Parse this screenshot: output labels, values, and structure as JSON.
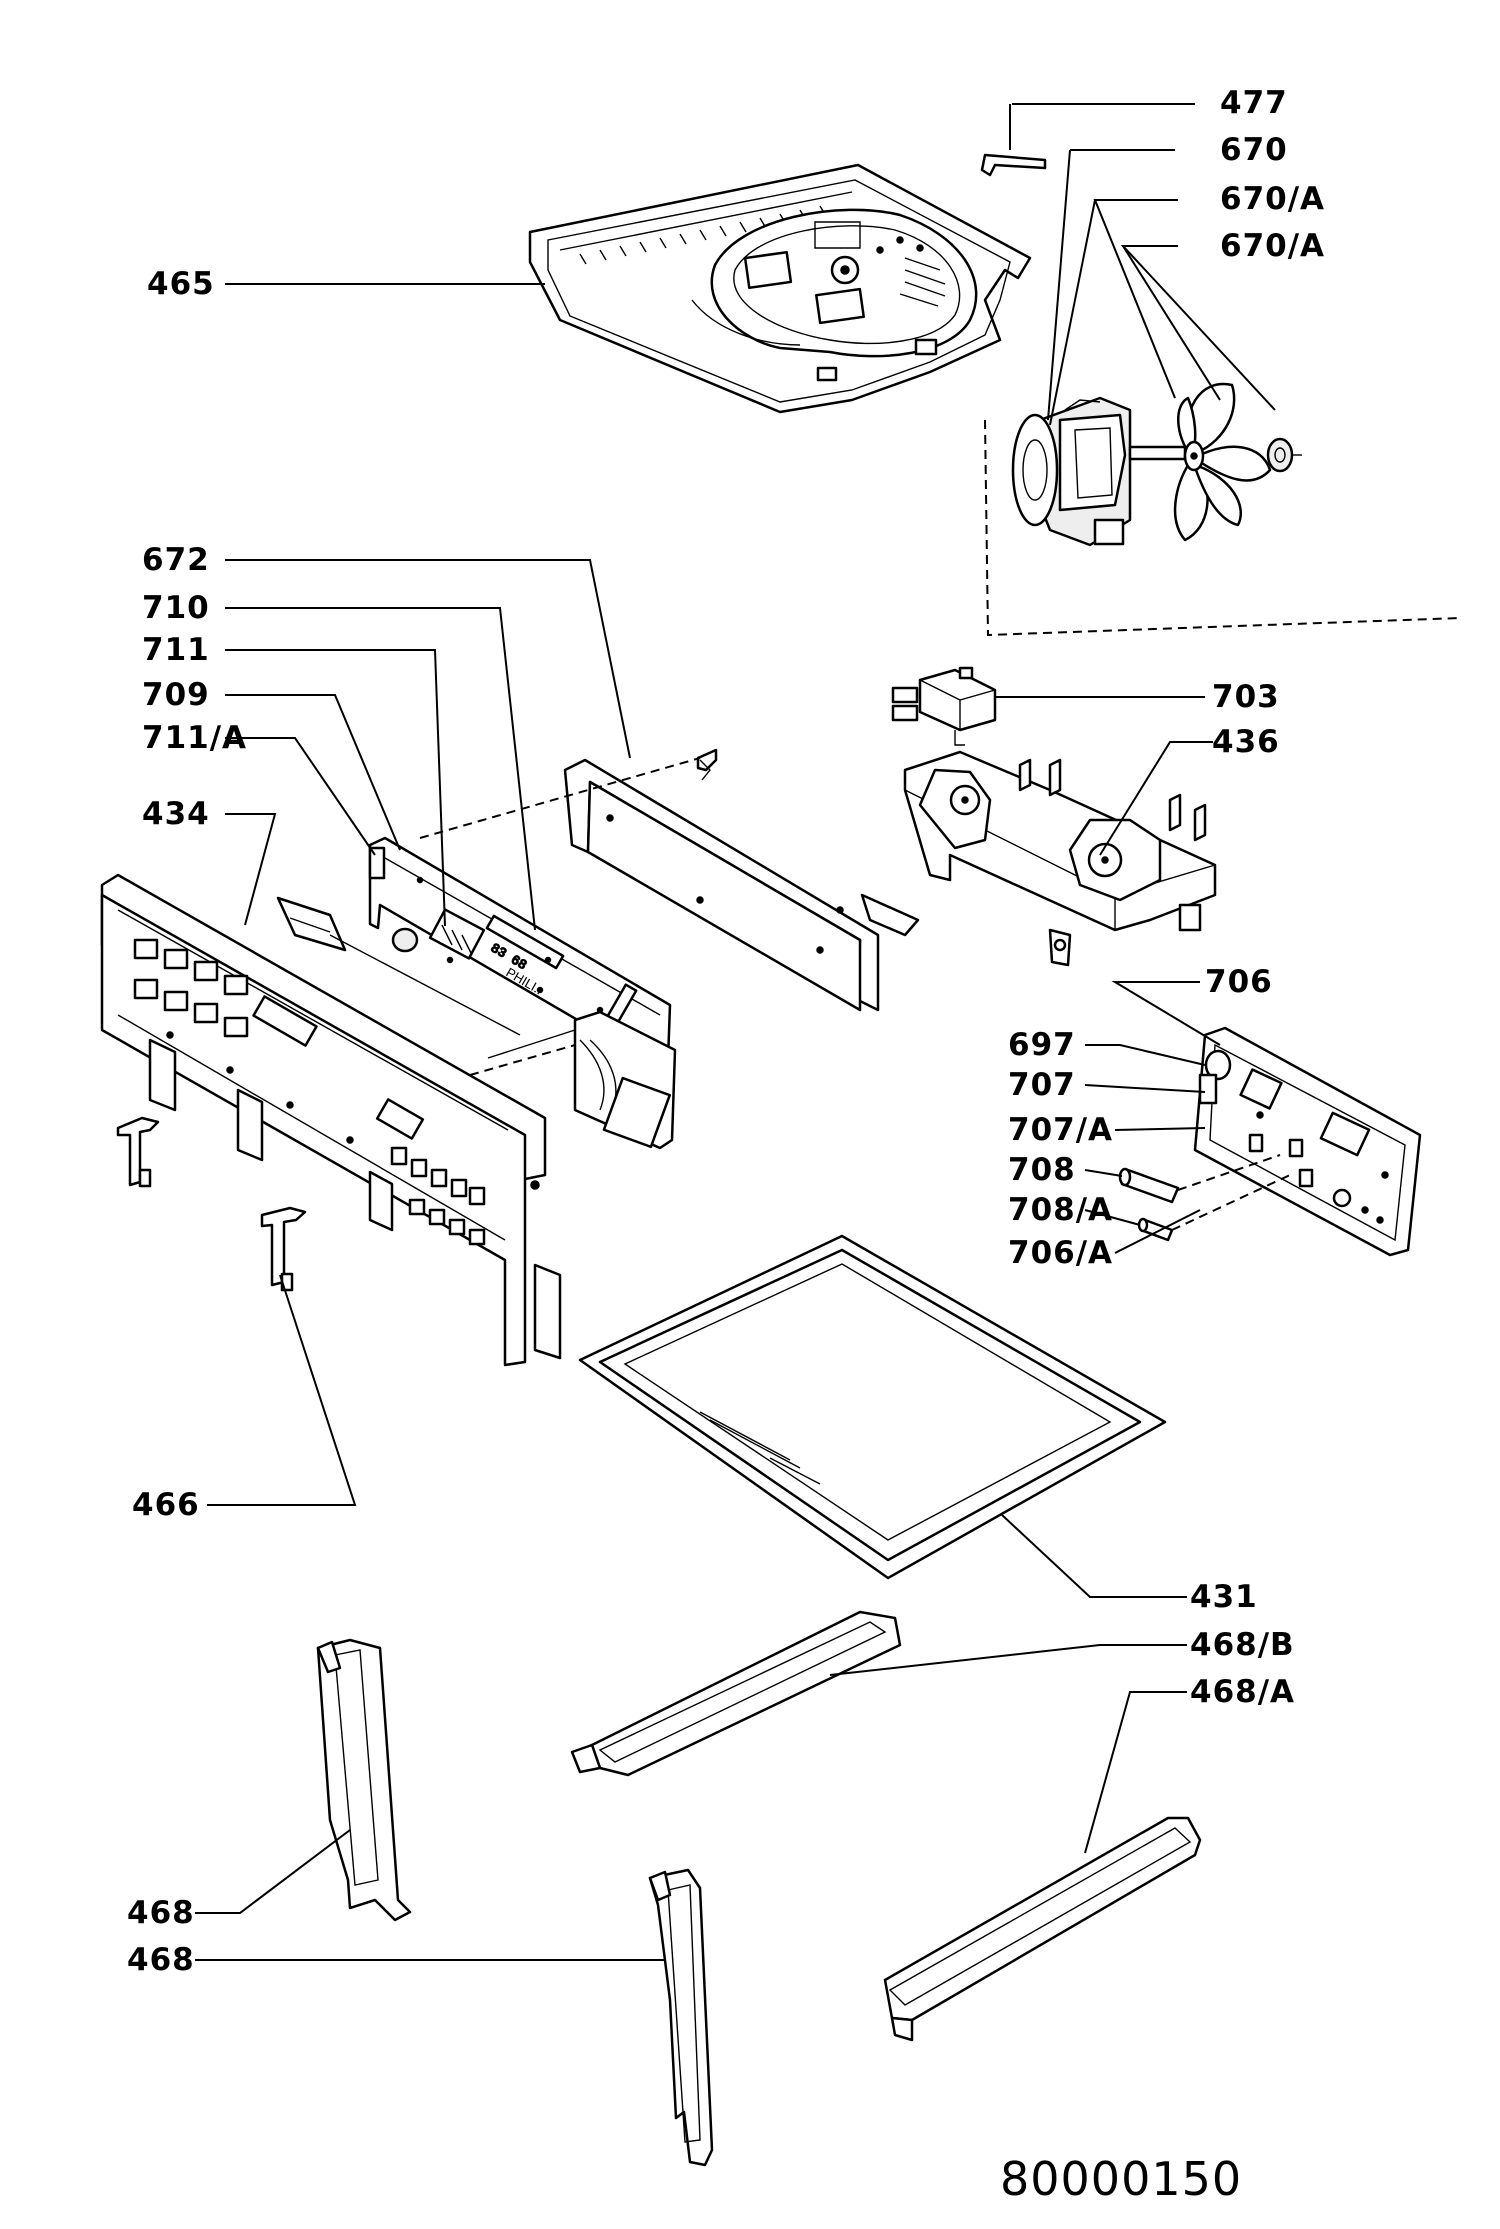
{
  "labels": {
    "l477": "477",
    "l670": "670",
    "l670a_1": "670/A",
    "l670a_2": "670/A",
    "l465": "465",
    "l672": "672",
    "l710": "710",
    "l711": "711",
    "l709": "709",
    "l711a": "711/A",
    "l434": "434",
    "l703": "703",
    "l436": "436",
    "l706": "706",
    "l697": "697",
    "l707": "707",
    "l707a": "707/A",
    "l708": "708",
    "l708a": "708/A",
    "l706a": "706/A",
    "l466": "466",
    "l431": "431",
    "l468b": "468/B",
    "l468a": "468/A",
    "l468_1": "468",
    "l468_2": "468"
  },
  "reference": "80000150",
  "panel_text": {
    "display": "83 68",
    "brand": "PHILI.."
  }
}
